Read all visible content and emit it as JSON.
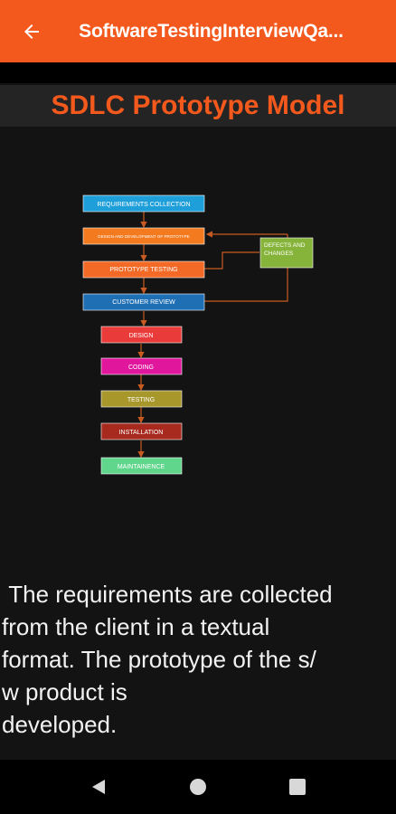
{
  "app_bar": {
    "title": "SoftwareTestingInterviewQa..."
  },
  "page": {
    "heading": "SDLC Prototype Model",
    "description": " The requirements are collected\nfrom the client in a textual\nformat. The prototype of the s/\nw product is\ndeveloped."
  },
  "diagram": {
    "boxes": [
      {
        "label": "REQUIREMENTS COLLECTION",
        "color": "#1e9fd9"
      },
      {
        "label": "DESIGN AND DEVELOPMENT OF PROTOTYPE",
        "color": "#f47a1f"
      },
      {
        "label": "PROTOTYPE TESTING",
        "color": "#f26a25"
      },
      {
        "label": "CUSTOMER REVIEW",
        "color": "#1f6fb5"
      },
      {
        "label": "DESIGN",
        "color": "#ea3b3b"
      },
      {
        "label": "CODING",
        "color": "#e0179c"
      },
      {
        "label": "TESTING",
        "color": "#a8972a"
      },
      {
        "label": "INSTALLATION",
        "color": "#a82a1e"
      },
      {
        "label": "MAINTAINENCE",
        "color": "#5fd68b"
      }
    ],
    "side_box": {
      "label_line1": "DEFECTS AND",
      "label_line2": "CHANGES",
      "color": "#86b43a"
    }
  },
  "colors": {
    "accent": "#f3581c",
    "arrow": "#c75a20"
  },
  "nav": {
    "back_icon": "triangle-back",
    "home_icon": "circle-home",
    "recents_icon": "square-recents"
  }
}
